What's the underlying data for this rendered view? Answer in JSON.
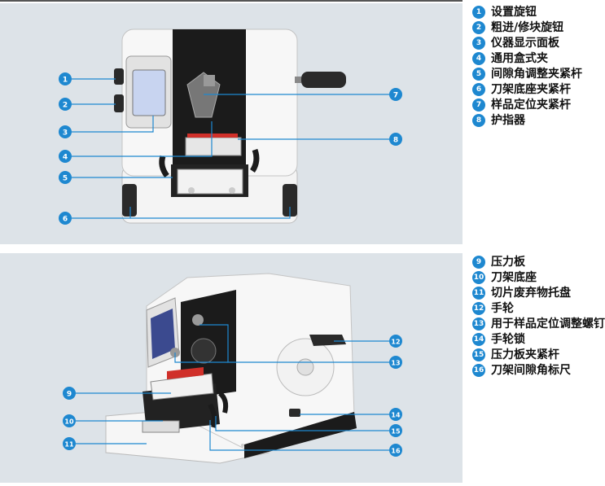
{
  "top_legend": [
    {
      "num": "1",
      "label": "设置旋钮"
    },
    {
      "num": "2",
      "label": "粗进/修块旋钮"
    },
    {
      "num": "3",
      "label": "仪器显示面板"
    },
    {
      "num": "4",
      "label": "通用盒式夹"
    },
    {
      "num": "5",
      "label": "间隙角调整夹紧杆"
    },
    {
      "num": "6",
      "label": "刀架底座夹紧杆"
    },
    {
      "num": "7",
      "label": "样品定位夹紧杆"
    },
    {
      "num": "8",
      "label": "护指器"
    }
  ],
  "bottom_legend": [
    {
      "num": "9",
      "label": "压力板"
    },
    {
      "num": "10",
      "label": "刀架底座"
    },
    {
      "num": "11",
      "label": "切片废弃物托盘"
    },
    {
      "num": "12",
      "label": "手轮"
    },
    {
      "num": "13",
      "label": "用于样品定位调整螺钉"
    },
    {
      "num": "14",
      "label": "手轮锁"
    },
    {
      "num": "15",
      "label": "压力板夹紧杆"
    },
    {
      "num": "16",
      "label": "刀架间隙角标尺"
    }
  ],
  "top_callouts": [
    "1",
    "2",
    "3",
    "4",
    "5",
    "6",
    "7",
    "8"
  ],
  "bottom_callouts": [
    "9",
    "10",
    "11",
    "12",
    "13",
    "14",
    "15",
    "16"
  ],
  "colors": {
    "callout": "#1e88d0",
    "panel": "#dde3e8",
    "red_guard": "#d0302a"
  }
}
